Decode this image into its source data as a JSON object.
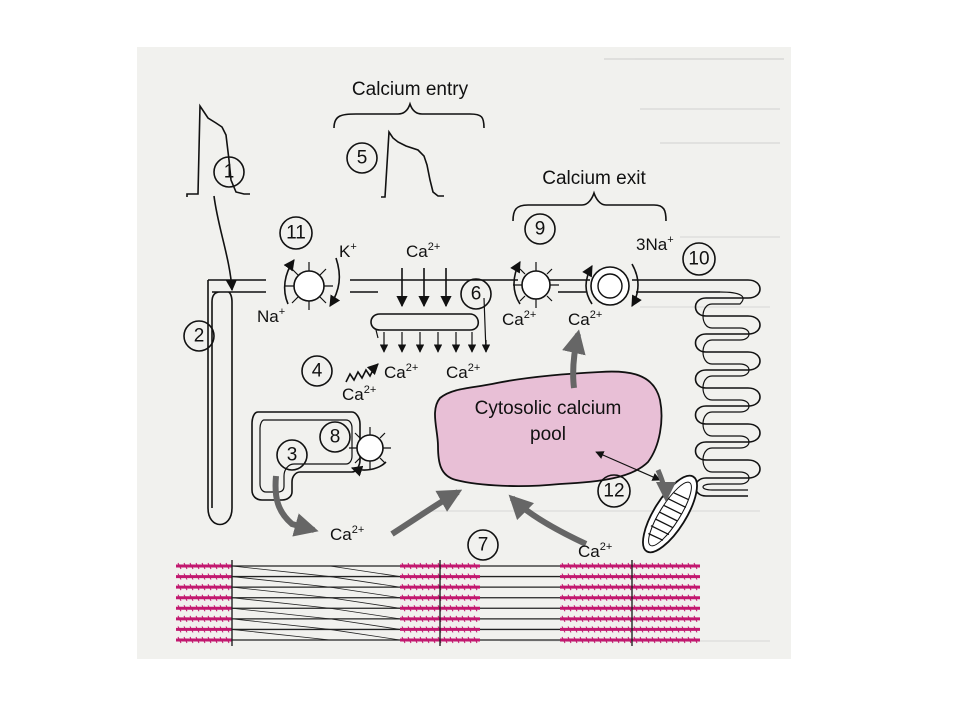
{
  "figure": {
    "page_bg": "#f1f1ee",
    "pool_fill": "#e8bfd6",
    "myofilament_color": "#c2186f",
    "arrow_gray": "#666666"
  },
  "labels": {
    "calcium_entry": "Calcium entry",
    "calcium_exit": "Calcium exit",
    "cytosolic_pool_line1": "Cytosolic calcium",
    "cytosolic_pool_line2": "pool",
    "k_ion": "K",
    "k_sup": "+",
    "na_ion": "Na",
    "na_sup": "+",
    "ca_top": "Ca",
    "ca_top_sup": "2+",
    "three_na": "3Na",
    "three_na_sup": "+",
    "ca_exit_1": "Ca",
    "ca_exit_1_sup": "2+",
    "ca_exit_2": "Ca",
    "ca_exit_2_sup": "2+",
    "ca_release_1": "Ca",
    "ca_release_1_sup": "2+",
    "ca_release_2": "Ca",
    "ca_release_2_sup": "2+",
    "ca_sr": "Ca",
    "ca_sr_sup": "2+",
    "ca_bottom_left": "Ca",
    "ca_bottom_left_sup": "2+",
    "ca_bottom_right": "Ca",
    "ca_bottom_right_sup": "2+"
  },
  "numbers": [
    "1",
    "2",
    "3",
    "4",
    "5",
    "6",
    "7",
    "8",
    "9",
    "10",
    "11",
    "12"
  ]
}
